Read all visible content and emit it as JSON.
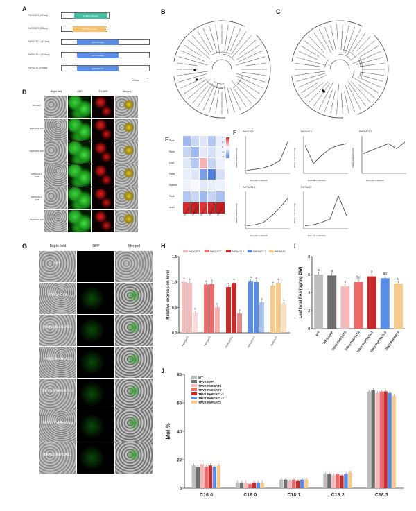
{
  "panels": {
    "A": "A",
    "B": "B",
    "C": "C",
    "D": "D",
    "E": "E",
    "F": "F",
    "G": "G",
    "H": "H",
    "I": "I",
    "J": "J"
  },
  "panel_a": {
    "rows": [
      {
        "label": "PeDGAT3 (357aa)",
        "domain": "DHHA1 Domain",
        "color": "#3fbf9f"
      },
      {
        "label": "PeDGAT2 (338aa)",
        "domain": "DAGAT Domain",
        "color": "#f5c06e"
      },
      {
        "label": "PePDAT1-1 (672aa)",
        "domain": "LCAT Domain",
        "color": "#5a8ee6"
      },
      {
        "label": "PePDAT1-2 (676aa)",
        "domain": "LCAT Domain",
        "color": "#5a8ee6"
      },
      {
        "label": "PePDAT2 (679aa)",
        "domain": "LCAT Domain",
        "color": "#5a8ee6"
      }
    ],
    "scale": "100aa"
  },
  "panel_d": {
    "columns": [
      "Bright field",
      "GFP",
      "TO-RFP",
      "Merged"
    ],
    "rows": [
      "35S:GFP",
      "PeDGAT3-GFP",
      "PeDGAT2-GFP",
      "PePDAT1-1-GFP",
      "PePDAT1-2-GFP",
      "PePDAT2-GFP"
    ]
  },
  "panel_e": {
    "rows": [
      "Root",
      "Stem",
      "Leaf",
      "Petal",
      "Stamen",
      "Pistil",
      "seed"
    ],
    "columns": [
      "PeDGAT3",
      "PeDGAT2",
      "PePDAT1-1",
      "PePDAT1-2",
      "PePDAT2"
    ],
    "legend": [
      "4",
      "2",
      "0",
      "-2",
      "-4"
    ]
  },
  "panel_f": {
    "titles": [
      "PeDGAT3",
      "PeDGAT2",
      "PePDAT1-1",
      "PePDAT1-2",
      "PePDAT2"
    ],
    "ylabel": "Relative expression level",
    "xlabel": "Days after pollination"
  },
  "panel_g": {
    "columns": [
      "Bright field",
      "GFP",
      "Merged"
    ],
    "rows": [
      "WT",
      "TRV2: GFP",
      "TRV2: PeDGAT3",
      "TRV2: PeDGAT2",
      "TRV2: PePDAT1-1",
      "TRV2: PePDAT1-2",
      "TRV2: PePDAT2"
    ]
  },
  "chart_data": [
    {
      "type": "bar",
      "panel": "H",
      "ylabel": "Relative expression level",
      "ylim": [
        0,
        1.5
      ],
      "yticks": [
        "0.0",
        "0.5",
        "1.0",
        "1.5"
      ],
      "legend": [
        "PeDGAT3",
        "PeDGAT2",
        "PePDAT1-1",
        "PePDAT1-2",
        "PePDAT2"
      ],
      "groups": [
        {
          "name": "PeDGAT3",
          "values": [
            1.0,
            0.98,
            0.4
          ],
          "labels": [
            "a",
            "a",
            "b"
          ]
        },
        {
          "name": "PeDGAT2",
          "values": [
            0.95,
            0.96,
            0.5
          ],
          "labels": [
            "a",
            "a",
            "b"
          ]
        },
        {
          "name": "PePDAT1-1",
          "values": [
            0.9,
            0.98,
            0.38
          ],
          "labels": [
            "a",
            "a",
            "b"
          ]
        },
        {
          "name": "PePDAT1-2",
          "values": [
            1.02,
            1.0,
            0.6
          ],
          "labels": [
            "a",
            "a",
            "b"
          ]
        },
        {
          "name": "PePDAT2",
          "values": [
            0.93,
            0.98,
            0.57
          ],
          "labels": [
            "a",
            "a",
            "b"
          ]
        }
      ],
      "colors": [
        "#f4b9b9",
        "#ee6a6a",
        "#c82a2a",
        "#5a8ee6",
        "#f7c98a"
      ]
    },
    {
      "type": "bar",
      "panel": "I",
      "ylabel": "Leaf total FAs (μg/mg DW)",
      "ylim": [
        0,
        8
      ],
      "yticks": [
        "0",
        "2",
        "4",
        "6",
        "8"
      ],
      "categories": [
        "WT",
        "TRV2:GFP",
        "TRV2:PeDGAT3",
        "TRV2:PeDGAT2",
        "TRV2:PePDAT1-1",
        "TRV2:PePDAT1-2",
        "TRV2:PePDAT2"
      ],
      "values": [
        6.0,
        5.9,
        4.7,
        5.2,
        5.8,
        5.6,
        5.0
      ],
      "labels": [
        "a",
        "a",
        "c",
        "bc",
        "a",
        "ab",
        "c"
      ],
      "colors": [
        "#bdbdbd",
        "#6e6e6e",
        "#f4b9b9",
        "#ee6a6a",
        "#c82a2a",
        "#5a8ee6",
        "#f7c98a"
      ]
    },
    {
      "type": "bar",
      "panel": "J",
      "ylabel": "Mol %",
      "ylim": [
        0,
        80
      ],
      "yticks": [
        "0",
        "20",
        "40",
        "60",
        "80"
      ],
      "categories": [
        "C16:0",
        "C18:0",
        "C18:1",
        "C18:2",
        "C18:3"
      ],
      "series": [
        {
          "name": "WT",
          "values": [
            16,
            4,
            6,
            10,
            68
          ]
        },
        {
          "name": "TRV2:GFP",
          "values": [
            15,
            4,
            6,
            10,
            69
          ]
        },
        {
          "name": "TRV2:PeDGAT3",
          "values": [
            17,
            4,
            5,
            9,
            67
          ]
        },
        {
          "name": "TRV2:PeDGAT2",
          "values": [
            15,
            3,
            6,
            10,
            68
          ]
        },
        {
          "name": "TRV2:PePDAT1-1",
          "values": [
            16,
            4,
            5,
            9,
            68
          ]
        },
        {
          "name": "TRV2:PePDAT1-2",
          "values": [
            15,
            4,
            6,
            10,
            67
          ]
        },
        {
          "name": "TRV2:PePDAT2",
          "values": [
            16,
            4,
            6,
            11,
            65
          ]
        }
      ],
      "colors": [
        "#bdbdbd",
        "#6e6e6e",
        "#f4b9b9",
        "#ee6a6a",
        "#c82a2a",
        "#5a8ee6",
        "#f7c98a"
      ]
    }
  ]
}
